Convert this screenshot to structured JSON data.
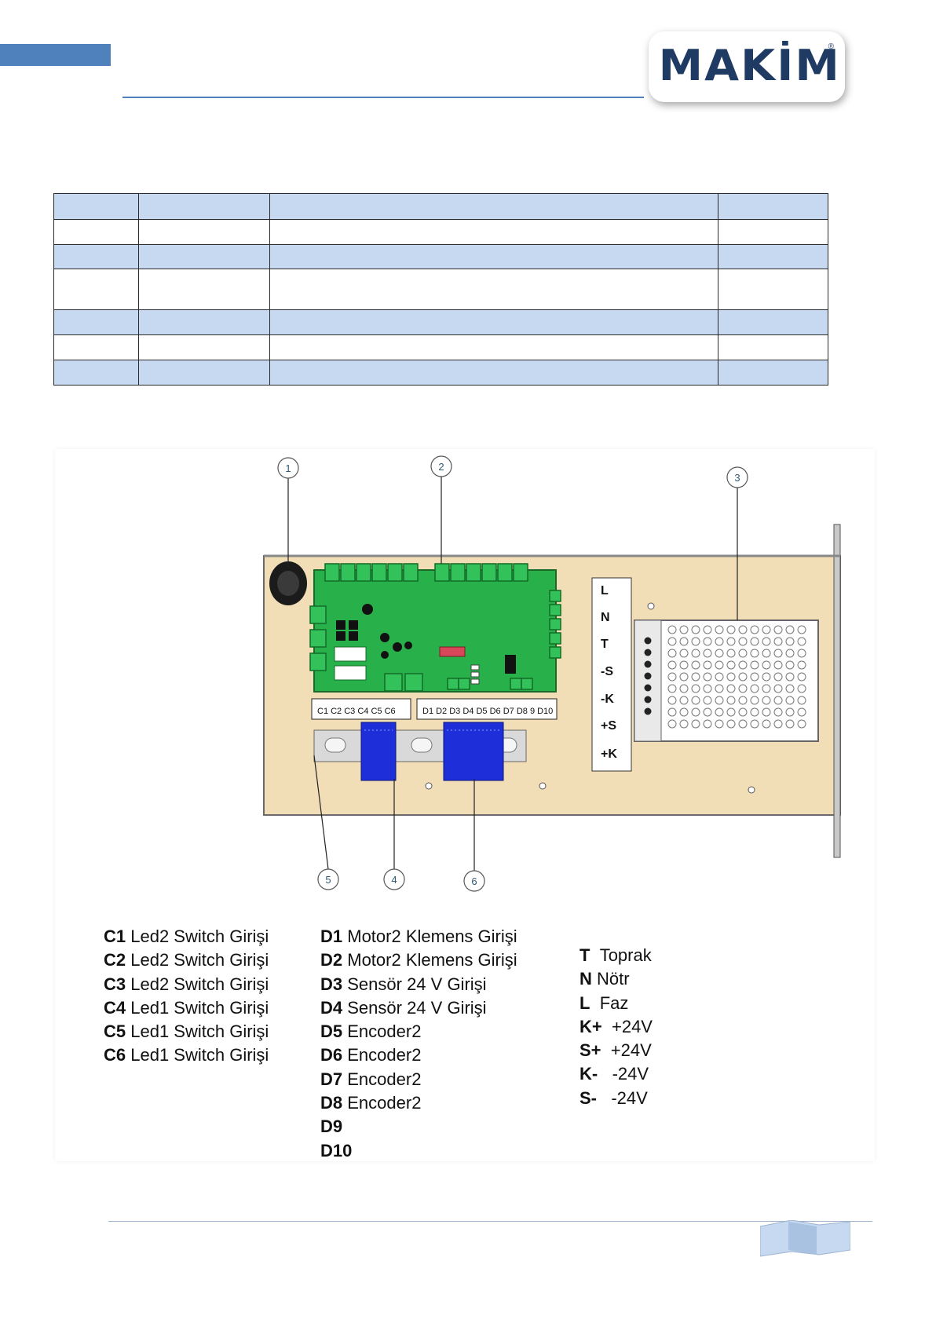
{
  "header": {
    "logo": {
      "text": "MAKİM",
      "reg_mark": "®"
    }
  },
  "figure": {
    "callouts": [
      "1",
      "2",
      "3",
      "4",
      "5",
      "6"
    ],
    "terminal_block": [
      "L",
      "N",
      "T",
      "-S",
      "-K",
      "+S",
      "+K"
    ],
    "c_label": "C1 C2 C3 C4 C5 C6",
    "d_label": "D1 D2 D3 D4 D5 D6 D7 D8 9 D10",
    "legend_c": [
      {
        "code": "C1",
        "text": "Led2 Switch Girişi"
      },
      {
        "code": "C2",
        "text": "Led2 Switch Girişi"
      },
      {
        "code": "C3",
        "text": "Led2 Switch Girişi"
      },
      {
        "code": "C4",
        "text": "Led1 Switch Girişi"
      },
      {
        "code": "C5",
        "text": "Led1 Switch Girişi"
      },
      {
        "code": "C6",
        "text": "Led1 Switch Girişi"
      }
    ],
    "legend_d": [
      {
        "code": "D1",
        "text": "Motor2 Klemens Girişi"
      },
      {
        "code": "D2",
        "text": "Motor2 Klemens Girişi"
      },
      {
        "code": "D3",
        "text": "Sensör 24 V Girişi"
      },
      {
        "code": "D4",
        "text": "Sensör 24 V Girişi"
      },
      {
        "code": "D5",
        "text": "Encoder2"
      },
      {
        "code": "D6",
        "text": "Encoder2"
      },
      {
        "code": "D7",
        "text": "Encoder2"
      },
      {
        "code": "D8",
        "text": "Encoder2"
      },
      {
        "code": "D9",
        "text": ""
      },
      {
        "code": "D10",
        "text": ""
      }
    ],
    "legend_power": [
      {
        "code": "T",
        "text": "Toprak"
      },
      {
        "code": "N",
        "text": "Nötr"
      },
      {
        "code": "L",
        "text": "Faz"
      },
      {
        "code": "K+",
        "text": "+24V"
      },
      {
        "code": "S+",
        "text": "+24V"
      },
      {
        "code": "K-",
        "text": "-24V"
      },
      {
        "code": "S-",
        "text": "-24V"
      }
    ]
  }
}
